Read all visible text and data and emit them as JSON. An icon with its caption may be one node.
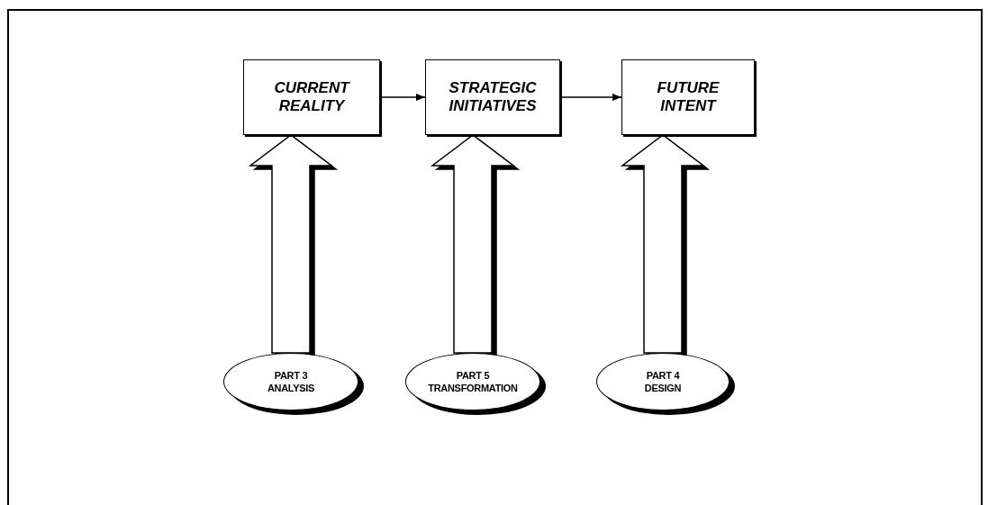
{
  "diagram": {
    "nodes": [
      {
        "text": [
          "CURRENT REALITY"
        ]
      },
      {
        "text": [
          "STRATEGIC INITIATIVES"
        ]
      },
      {
        "text": [
          "FUTURE INTENT"
        ]
      },
      {
        "text": [
          "PART 3",
          "ANALYSIS"
        ]
      },
      {
        "text": [
          "PART 5",
          "TRANSFORMATION"
        ]
      },
      {
        "text": [
          "PART 4",
          "DESIGN"
        ]
      }
    ],
    "edges": [
      {
        "from": 0,
        "to": 1,
        "arrow": "to"
      },
      {
        "from": 1,
        "to": 2,
        "arrow": "to"
      },
      {
        "from": 3,
        "to": 0,
        "arrow": "to",
        "style": "thick"
      },
      {
        "from": 4,
        "to": 1,
        "arrow": "to",
        "style": "thick"
      },
      {
        "from": 5,
        "to": 2,
        "arrow": "to",
        "style": "thick"
      }
    ]
  }
}
